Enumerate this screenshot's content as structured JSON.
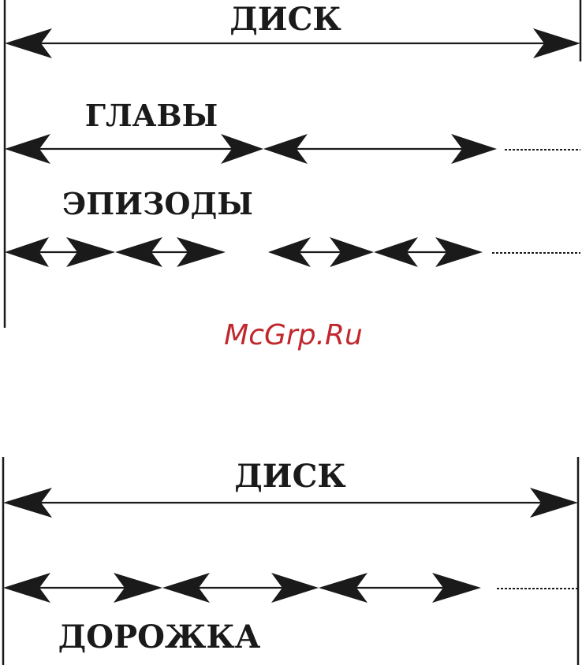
{
  "top_diagram": {
    "disc_label": "ДИСК",
    "chapters_label": "ГЛАВЫ",
    "episodes_label": "ЭПИЗОДЫ"
  },
  "watermark": "McGrp.Ru",
  "bottom_diagram": {
    "disc_label": "ДИСК",
    "track_label": "ДОРОЖКА"
  }
}
